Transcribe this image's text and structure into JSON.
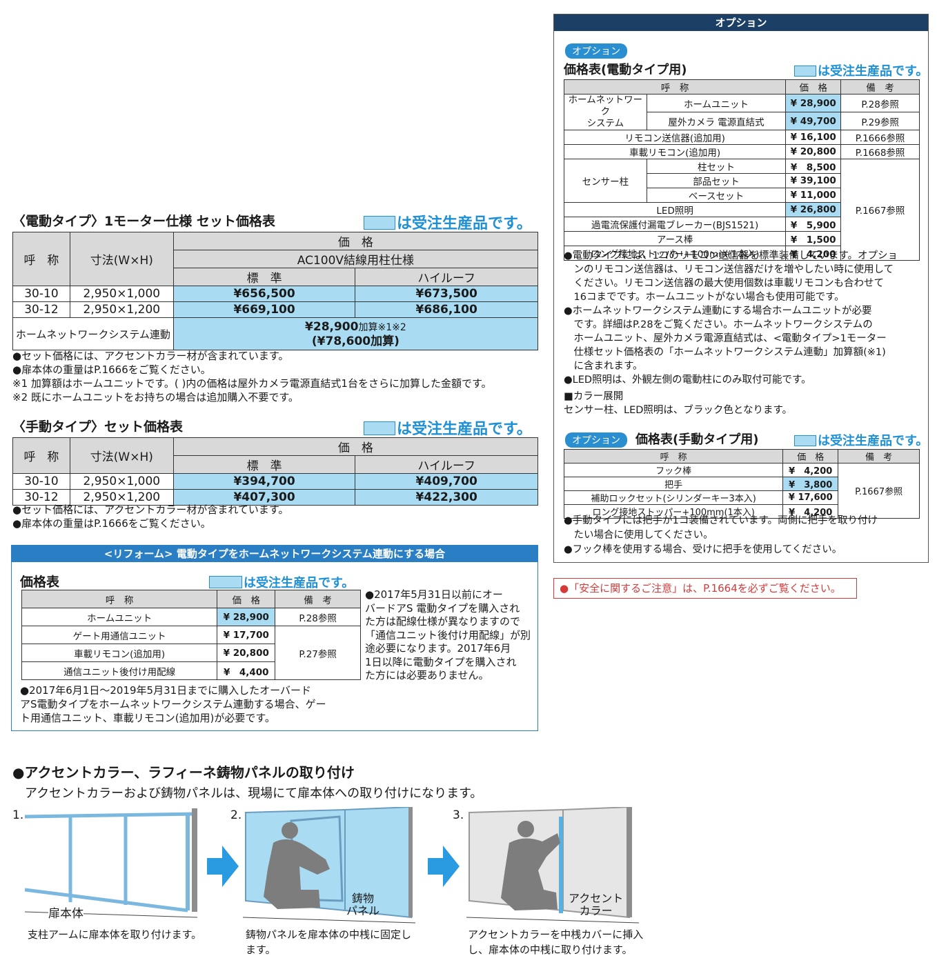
{
  "motor": {
    "title": "〈電動タイプ〉1モーター仕様 セット価格表",
    "legend": "は受注生産品です。",
    "h_name": "呼　称",
    "h_size": "寸法(W×H)",
    "h_price": "価　格",
    "h_spec": "AC100V結線用柱仕様",
    "h_std": "標　準",
    "h_high": "ハイルーフ",
    "rows": [
      {
        "name": "30-10",
        "size": "2,950×1,000",
        "std": "¥656,500",
        "high": "¥673,500"
      },
      {
        "name": "30-12",
        "size": "2,950×1,200",
        "std": "¥669,100",
        "high": "¥686,100"
      }
    ],
    "home_label": "ホームネットワークシステム連動",
    "home_price": "¥28,900",
    "home_suffix": "加算※1※2",
    "home_price2": "(¥78,600加算)",
    "notes": [
      "●セット価格には、アクセントカラー材が含まれています。",
      "●扉本体の重量はP.1666をご覧ください。",
      "※1 加算額はホームユニットです。( )内の価格は屋外カメラ電源直結式1台をさらに加算した金額です。",
      "※2 既にホームユニットをお持ちの場合は追加購入不要です。"
    ]
  },
  "manual": {
    "title": "〈手動タイプ〉セット価格表",
    "legend": "は受注生産品です。",
    "h_name": "呼　称",
    "h_size": "寸法(W×H)",
    "h_price": "価　格",
    "h_std": "標　準",
    "h_high": "ハイルーフ",
    "rows": [
      {
        "name": "30-10",
        "size": "2,950×1,000",
        "std": "¥394,700",
        "high": "¥409,700"
      },
      {
        "name": "30-12",
        "size": "2,950×1,200",
        "std": "¥407,300",
        "high": "¥422,300"
      }
    ],
    "notes": [
      "●セット価格には、アクセントカラー材が含まれています。",
      "●扉本体の重量はP.1666をご覧ください。"
    ]
  },
  "reform": {
    "header": "<リフォーム> 電動タイプをホームネットワークシステム連動にする場合",
    "title": "価格表",
    "legend": "は受注生産品です。",
    "h_name": "呼　称",
    "h_price": "価　格",
    "h_note": "備　考",
    "rows": [
      {
        "name": "ホームユニット",
        "price": "¥ 28,900",
        "note": "P.28参照"
      },
      {
        "name": "ゲート用通信ユニット",
        "price": "¥ 17,700"
      },
      {
        "name": "車載リモコン(追加用)",
        "price": "¥ 20,800"
      },
      {
        "name": "通信ユニット後付け用配線",
        "price": "¥　4,400"
      }
    ],
    "ref27": "P.27参照",
    "side_note": [
      "●2017年5月31日以前にオー",
      "バードアS 電動タイプを購入され",
      "た方は配線仕様が異なりますので",
      "「通信ユニット後付け用配線」が別",
      "途必要になります。2017年6月",
      "1日以降に電動タイプを購入され",
      "た方には必要ありません。"
    ],
    "bottom_note": [
      "●2017年6月1日〜2019年5月31日までに購入したオーバード",
      "アS電動タイプをホームネットワークシステム連動する場合、ゲー",
      "ト用通信ユニット、車載リモコン(追加用)が必要です。"
    ]
  },
  "option": {
    "header": "オプション",
    "pill": "オプション",
    "title1": "価格表(電動タイプ用)",
    "legend": "は受注生産品です。",
    "h_name": "呼　称",
    "h_price": "価　格",
    "h_note": "備　考",
    "hns_group": "ホームネットワーク\nシステム",
    "hns": [
      {
        "name": "ホームユニット",
        "price": "¥ 28,900",
        "note": "P.28参照"
      },
      {
        "name": "屋外カメラ 電源直結式",
        "price": "¥ 49,700",
        "note": "P.29参照"
      }
    ],
    "remote": {
      "name": "リモコン送信器(追加用)",
      "price": "¥ 16,100",
      "note": "P.1666参照"
    },
    "car": {
      "name": "車載リモコン(追加用)",
      "price": "¥ 20,800",
      "note": "P.1668参照"
    },
    "sensor_group": "センサー柱",
    "sensor": [
      {
        "name": "柱セット",
        "price": "¥　8,500"
      },
      {
        "name": "部品セット",
        "price": "¥ 39,100"
      },
      {
        "name": "ベースセット",
        "price": "¥ 11,000"
      }
    ],
    "others": [
      {
        "name": "LED照明",
        "price": "¥ 26,800"
      },
      {
        "name": "過電流保護付漏電ブレーカー(BJS1521)",
        "price": "¥　5,900"
      },
      {
        "name": "アース棒",
        "price": "¥　1,500"
      },
      {
        "name": "ロング接地ストッパー+100mm(1本入)",
        "price": "¥　4,200"
      }
    ],
    "ref1667": "P.1667参照",
    "notes1": [
      "●電動タイプには、1コのリモコン送信器を標準装備しています。オプショ",
      "　ンのリモコン送信器は、リモコン送信器だけを増やしたい時に使用して",
      "　ください。リモコン送信器の最大使用個数は車載リモコンも合わせて",
      "　16コまでです。ホームユニットがない場合も使用可能です。",
      "●ホームネットワークシステム連動にする場合ホームユニットが必要",
      "　です。詳細はP.28をご覧ください。ホームネットワークシステムの",
      "　ホームユニット、屋外カメラ電源直結式は、<電動タイプ>1モーター",
      "　仕様セット価格表の「ホームネットワークシステム連動」加算額(※1)",
      "　に含まれます。",
      "●LED照明は、外観左側の電動柱にのみ取付可能です。"
    ],
    "color_title": "■カラー展開",
    "color_text": "センサー柱、LED照明は、ブラック色となります。",
    "title2": "価格表(手動タイプ用)",
    "manual": [
      {
        "name": "フック棒",
        "price": "¥　4,200"
      },
      {
        "name": "把手",
        "price": "¥　3,800"
      },
      {
        "name": "補助ロックセット(シリンダーキー3本入)",
        "price": "¥ 17,600"
      },
      {
        "name": "ロング接地ストッパー+100mm(1本入)",
        "price": "¥　4,200"
      }
    ],
    "notes2": [
      "●手動タイプには把手が1コ装備されています。両側に把手を取り付け",
      "　たい場合に使用してください。",
      "●フック棒を使用する場合、受けに把手を使用してください。"
    ]
  },
  "safety": "●「安全に関するご注意」は、P.1664を必ずご覧ください。",
  "install": {
    "title": "●アクセントカラー、ラフィーネ鋳物パネルの取り付け",
    "subtitle": "アクセントカラーおよび鋳物パネルは、現場にて扉本体への取り付けになります。",
    "steps": [
      {
        "num": "1.",
        "label": "扉本体",
        "caption": [
          "支柱アームに扉本体を取り付けます。"
        ]
      },
      {
        "num": "2.",
        "label": "鋳物\nパネル",
        "caption": [
          "鋳物パネルを扉本体の中桟に固定し",
          "ます。"
        ]
      },
      {
        "num": "3.",
        "label": "アクセント\nカラー",
        "caption": [
          "アクセントカラーを中桟カバーに挿入",
          "し、扉本体の中桟に取り付けます。"
        ]
      }
    ]
  }
}
